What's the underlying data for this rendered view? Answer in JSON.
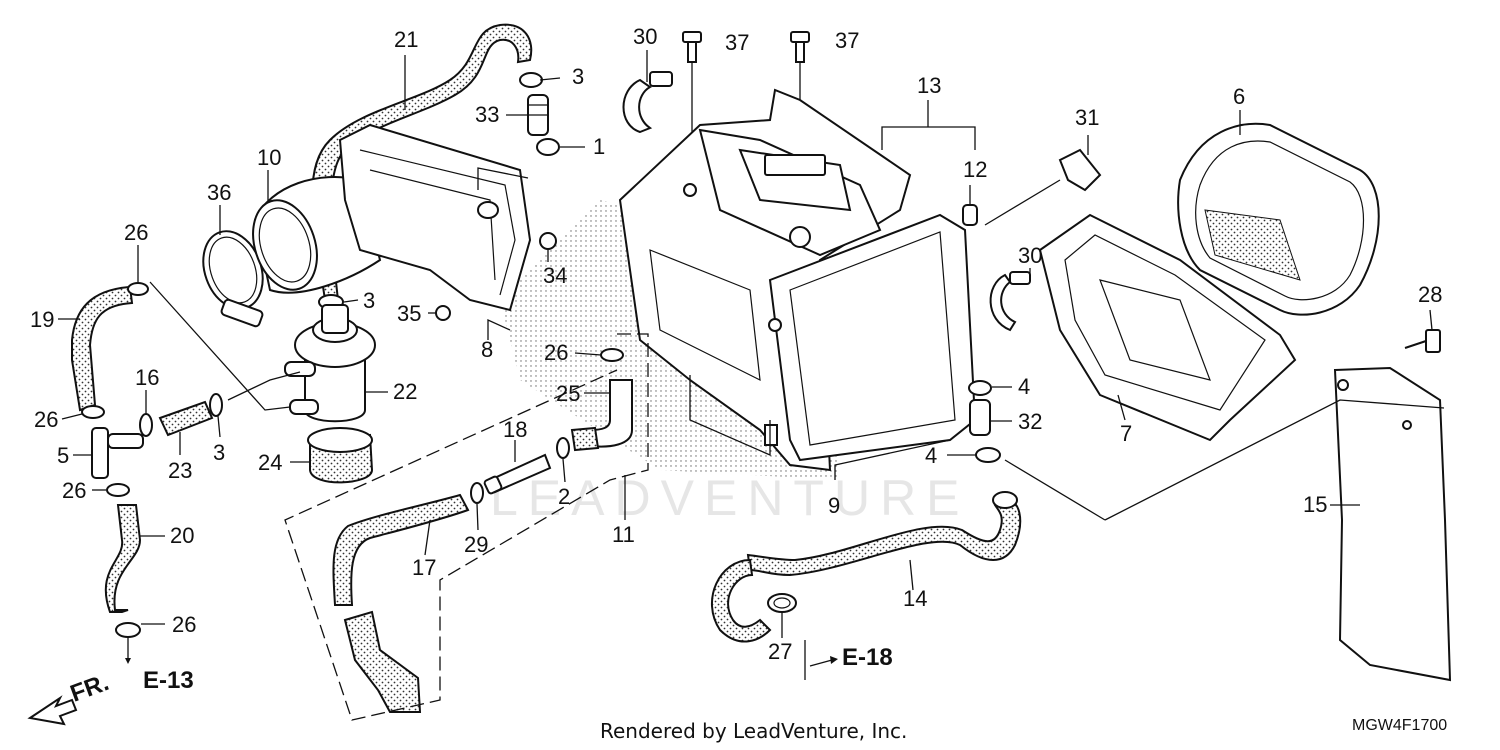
{
  "diagram": {
    "watermark": "LEADVENTURE",
    "footer": "Rendered by LeadVenture, Inc.",
    "code": "MGW4F1700",
    "direction": "FR.",
    "refs": {
      "e13": "E-13",
      "e18": "E-18"
    },
    "callouts": [
      "21",
      "3",
      "33",
      "1",
      "10",
      "36",
      "26",
      "19",
      "3",
      "35",
      "8",
      "34",
      "16",
      "26",
      "5",
      "23",
      "3",
      "26",
      "22",
      "24",
      "20",
      "26",
      "30",
      "37",
      "37",
      "13",
      "12",
      "31",
      "6",
      "30",
      "28",
      "26",
      "25",
      "18",
      "2",
      "11",
      "29",
      "17",
      "4",
      "32",
      "4",
      "7",
      "9",
      "14",
      "27",
      "15"
    ]
  }
}
